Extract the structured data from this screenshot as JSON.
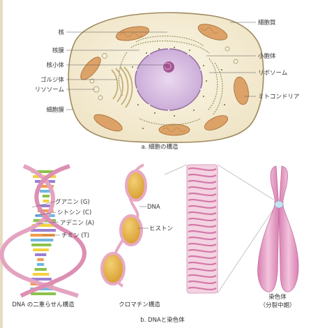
{
  "cell_diagram": {
    "labels_left": [
      "核",
      "核膜",
      "核小体",
      "ゴルジ体",
      "リソソーム",
      "細胞膜"
    ],
    "labels_right": [
      "細胞質",
      "小胞体",
      "リボソーム",
      "ミトコンドリア"
    ],
    "caption": "a. 細胞の構造"
  },
  "dna_diagram": {
    "base_labels": [
      "グアニン (G)",
      "シトシン (C)",
      "アデニン (A)",
      "チミン (T)"
    ],
    "chromatin_labels": [
      "DNA",
      "ヒストン"
    ],
    "sub_captions": [
      "DNA の二重らせん構造",
      "クロマチン構造",
      "染色体",
      "（分裂中期）"
    ],
    "caption": "b. DNAと染色体"
  },
  "colors": {
    "cytoplasm": "#f3ecd8",
    "nucleus": "#d9c2e2",
    "mitochondria": "#d9a064",
    "dna_strand": "#e8a9c3",
    "histone": "#e3b04a",
    "chromosome": "#e7a3c7"
  }
}
